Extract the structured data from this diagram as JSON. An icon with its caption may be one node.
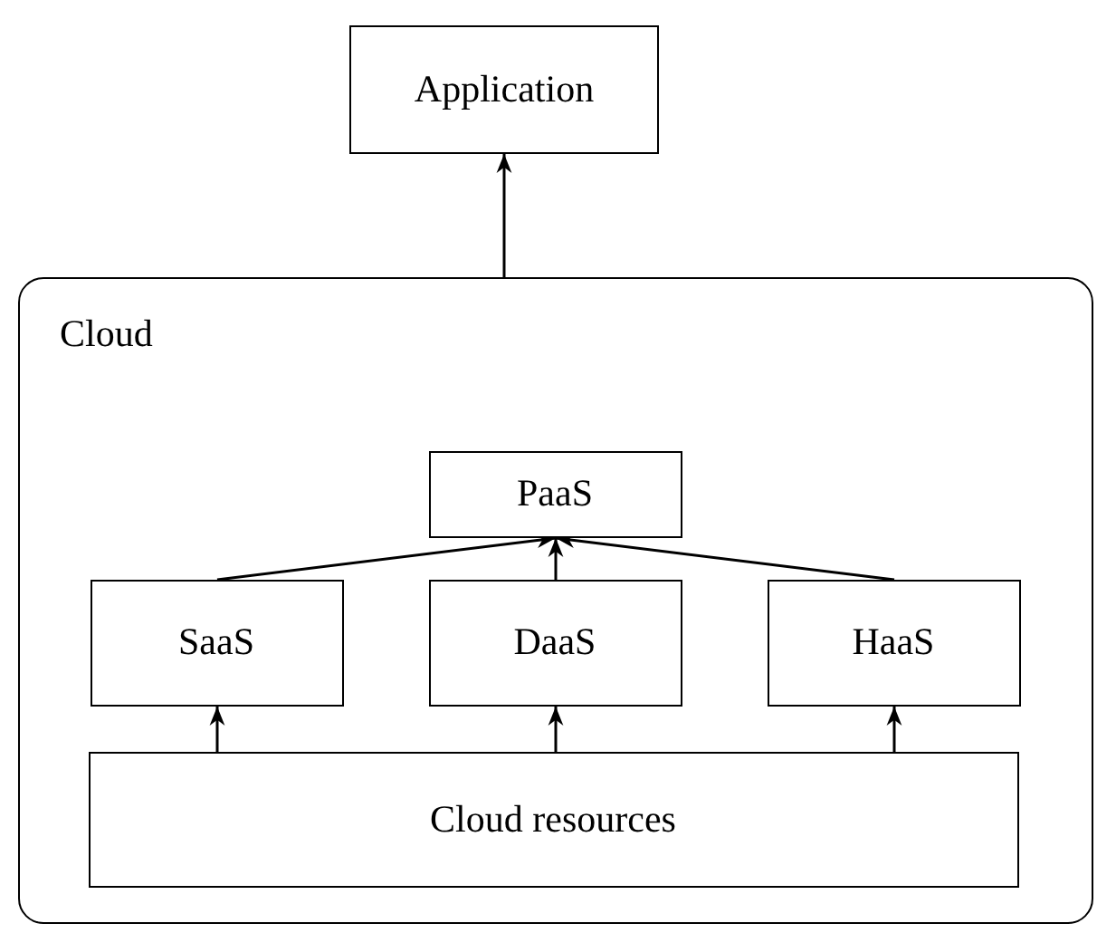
{
  "diagram": {
    "nodes": [
      {
        "text": [
          "Application"
        ]
      },
      {
        "text": [
          "Cloud"
        ]
      },
      {
        "text": [
          "PaaS"
        ],
        "in": 1
      },
      {
        "text": [
          "SaaS"
        ],
        "in": 1
      },
      {
        "text": [
          "DaaS"
        ],
        "in": 1
      },
      {
        "text": [
          "HaaS"
        ],
        "in": 1
      },
      {
        "text": [
          "Cloud resources"
        ],
        "in": 1
      }
    ],
    "edges": [
      {
        "from": 1,
        "to": 0,
        "arrow": "to"
      },
      {
        "from": 3,
        "to": 2,
        "arrow": "to"
      },
      {
        "from": 4,
        "to": 2,
        "arrow": "to"
      },
      {
        "from": 5,
        "to": 2,
        "arrow": "to"
      },
      {
        "from": 6,
        "to": 3,
        "arrow": "to"
      },
      {
        "from": 6,
        "to": 4,
        "arrow": "to"
      },
      {
        "from": 6,
        "to": 5,
        "arrow": "to"
      }
    ]
  }
}
